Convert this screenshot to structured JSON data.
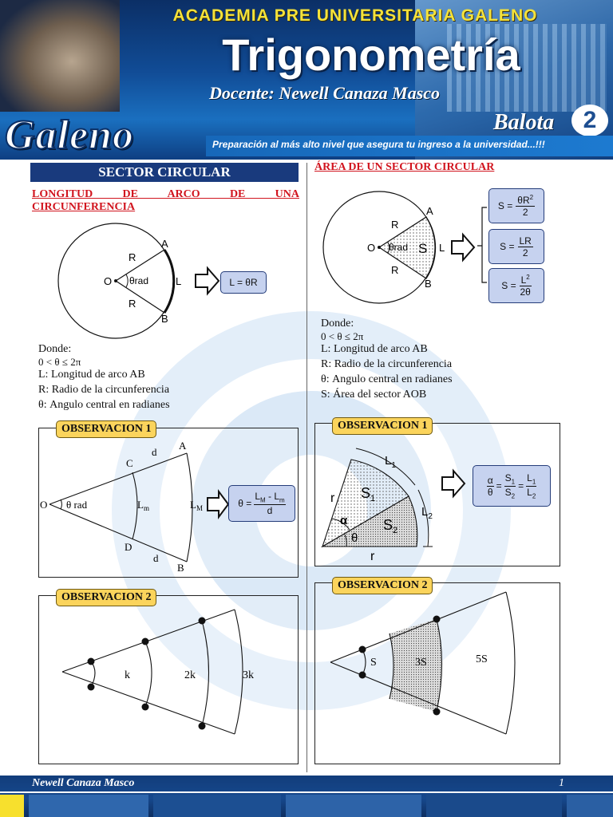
{
  "header": {
    "academy": "ACADEMIA PRE UNIVERSITARIA GALENO",
    "subject": "Trigonometría",
    "teacher": "Docente: Newell Canaza Masco",
    "logo": "Galeno",
    "balota_label": "Balota",
    "balota_number": "2",
    "tagline": "Preparación al más alto nivel que asegura tu ingreso a la universidad...!!!"
  },
  "left": {
    "section_title": "SECTOR CIRCULAR",
    "subsection_title_1": "LONGITUD DE ARCO DE UNA",
    "subsection_title_2": "CIRCUNFERENCIA",
    "diagram": {
      "point_a": "A",
      "point_b": "B",
      "point_o": "O",
      "radius_top": "R",
      "radius_bottom": "R",
      "angle": "θrad",
      "arc": "L",
      "formula": "L = θR"
    },
    "where_title": "Donde:",
    "where_items": [
      "0 < θ ≤ 2π",
      "L: Longitud de arco AB",
      "R: Radio de la circunferencia",
      "θ: Angulo central en radianes"
    ],
    "obs1": {
      "label": "OBSERVACION 1",
      "point_o": "O",
      "point_a": "A",
      "point_b": "B",
      "point_c": "C",
      "point_d": "D",
      "angle": "θ rad",
      "d_top": "d",
      "d_bottom": "d",
      "arc_inner": "L",
      "arc_inner_sub": "m",
      "arc_outer": "L",
      "arc_outer_sub": "M",
      "formula_lhs": "θ =",
      "formula_num_a": "L",
      "formula_num_a_sub": "M",
      "formula_num_op": " - L",
      "formula_num_b_sub": "m",
      "formula_den": "d"
    },
    "obs2": {
      "label": "OBSERVACION 2",
      "arc_1": "k",
      "arc_2": "2k",
      "arc_3": "3k"
    }
  },
  "right": {
    "section_title": "ÁREA DE UN SECTOR CIRCULAR",
    "diagram": {
      "point_a": "A",
      "point_b": "B",
      "point_o": "O",
      "radius_top": "R",
      "radius_bottom": "R",
      "angle": "θrad",
      "area": "S",
      "arc": "L"
    },
    "formulas": [
      {
        "lhs": "S =",
        "num": "θR",
        "sup": "2",
        "den": "2"
      },
      {
        "lhs": "S =",
        "num": "LR",
        "sup": "",
        "den": "2"
      },
      {
        "lhs": "S =",
        "num": "L",
        "sup": "2",
        "den": "2θ"
      }
    ],
    "where_title": "Donde:",
    "where_items": [
      "0 < θ ≤ 2π",
      "L: Longitud de arco AB",
      "R: Radio de la circunferencia",
      "θ: Angulo central en radianes",
      "S: Área del sector AOB"
    ],
    "obs1": {
      "label": "OBSERVACION 1",
      "radius_side": "r",
      "radius_bottom": "r",
      "alpha": "α",
      "theta": "θ",
      "s1": "S",
      "s1_sub": "1",
      "s2": "S",
      "s2_sub": "2",
      "l1": "L",
      "l1_sub": "1",
      "l2": "L",
      "l2_sub": "2",
      "formula_alpha": "α",
      "formula_theta": "θ",
      "formula_s1": "S",
      "formula_s1_sub": "1",
      "formula_s2": "S",
      "formula_s2_sub": "2",
      "formula_l1": "L",
      "formula_l1_sub": "1",
      "formula_l2": "L",
      "formula_l2_sub": "2",
      "eq": "="
    },
    "obs2": {
      "label": "OBSERVACION 2",
      "area_1": "S",
      "area_2": "3S",
      "area_3": "5S"
    }
  },
  "footer": {
    "author": "Newell Canaza Masco",
    "page": "1"
  },
  "colors": {
    "banner": "#193a7d",
    "red_title": "#d1141e",
    "label_yellow": "#fbd45c",
    "formula_blue": "#c6d2ef",
    "watermark": "#dbe9f7"
  }
}
